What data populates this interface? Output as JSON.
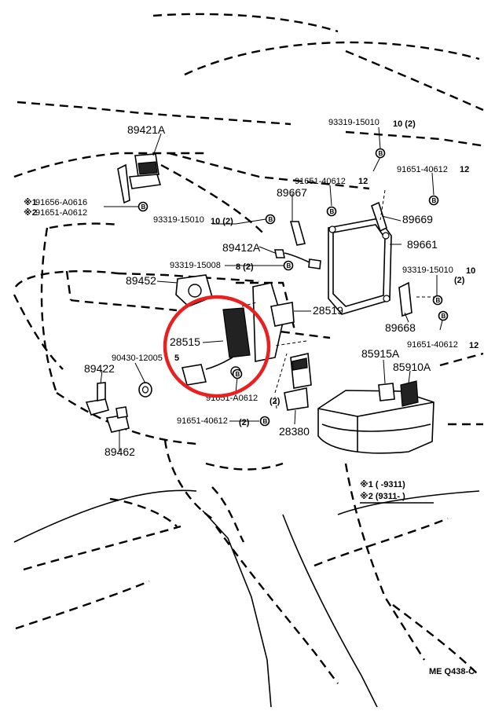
{
  "diagram_code": "ME Q438-C",
  "callouts": {
    "p89421A": "89421A",
    "p93319_15010_top": "93319-15010",
    "qty10_top": "10 (2)",
    "p91651_40612_a": "91651-40612",
    "qty12_a": "12",
    "p91651_40612_b": "91651-40612",
    "qty12_b": "12",
    "p89667": "89667",
    "p91656_A0616": "91656-A0616",
    "p91651_A0612_left": "91651-A0612",
    "p89669": "89669",
    "p93319_15010_mid": "93319-15010",
    "qty10_mid": "10 (2)",
    "p89661": "89661",
    "p89412A": "89412A",
    "p93319_15008": "93319-15008",
    "qty8": "8 (2)",
    "p93319_15010_right": "93319-15010",
    "qty10_right_a": "10",
    "qty10_right_b": "(2)",
    "p89452": "89452",
    "p28519": "28519",
    "p89668": "89668",
    "p91651_40612_c": "91651-40612",
    "qty12_c": "12",
    "p28515": "28515",
    "p90430_12005": "90430-12005",
    "qty5": "5",
    "p85915A": "85915A",
    "p85910A": "85910A",
    "p89422": "89422",
    "p91651_A0612_bottom": "91651-A0612",
    "qty2_a": "(2)",
    "p91651_40612_d": "91651-40612",
    "qty2_b": "(2)",
    "p28380": "28380",
    "p89462": "89462"
  },
  "notes": {
    "mark1": "※1",
    "mark2": "※2",
    "note1": "※1 (       -9311)",
    "note2": "※2 (9311-       )"
  },
  "bolt_letter": "B",
  "highlight_color": "#e8201f"
}
